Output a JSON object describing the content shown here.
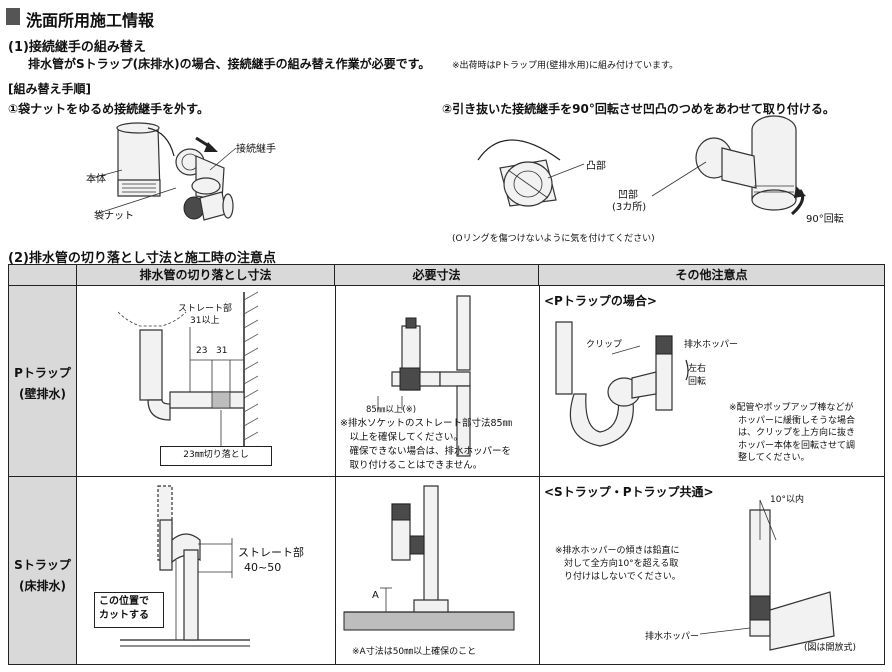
{
  "title": "洗面所用施工情報",
  "section1": {
    "heading": "(1)接続継手の組み替え",
    "desc": "排水管がSトラップ(床排水)の場合、接続継手の組み替え作業が必要です。",
    "note": "※出荷時はPトラップ用(壁排水用)に組み付けています。",
    "procedure_heading": "[組み替え手順]",
    "step1": "①袋ナットをゆるめ接続継手を外す。",
    "step2": "②引き抜いた接続継手を90°回転させ凹凸のつめをあわせて取り付ける。",
    "labels": {
      "body": "本体",
      "nut": "袋ナット",
      "joint1": "接続継手",
      "convex": "凸部",
      "concave_1": "凹部",
      "concave_2": "(3カ所)",
      "rotate": "90°回転",
      "oring_note": "(Oリングを傷つけないように気を付けてください)"
    }
  },
  "section2": {
    "heading": "(2)排水管の切り落とし寸法と施工時の注意点",
    "columns": [
      "排水管の切り落とし寸法",
      "必要寸法",
      "その他注意点"
    ],
    "rows": [
      {
        "label_1": "Pトラップ",
        "label_2": "(壁排水)"
      },
      {
        "label_1": "Sトラップ",
        "label_2": "(床排水)"
      }
    ],
    "p_cut": {
      "straight_1": "ストレート部",
      "straight_2": "31以上",
      "dim_a": "23",
      "dim_b": "31",
      "cut": "23㎜切り落とし"
    },
    "p_need": {
      "dim": "85㎜以上(※)",
      "note": [
        "※排水ソケットのストレート部寸法85㎜",
        "　以上を確保してください。",
        "　確保できない場合は、排水ホッパーを",
        "　取り付けることはできません。"
      ]
    },
    "p_other": {
      "heading": "<Pトラップの場合>",
      "clip": "クリップ",
      "hopper": "排水ホッパー",
      "rotate_1": "左右",
      "rotate_2": "回転",
      "note": [
        "※配管やポップアップ棒などが",
        "　ホッパーに緩衝しそうな場合",
        "　は、クリップを上方向に抜き",
        "　ホッパー本体を回転させて調",
        "　整してください。"
      ]
    },
    "s_cut": {
      "straight_1": "ストレート部",
      "straight_2": "40~50",
      "cut_1": "この位置で",
      "cut_2": "カットする"
    },
    "s_need": {
      "dim": "A",
      "note": "※A寸法は50㎜以上確保のこと"
    },
    "s_other": {
      "heading": "<Sトラップ・Pトラップ共通>",
      "angle": "10°以内",
      "note": [
        "※排水ホッパーの傾きは鉛直に",
        "　対して全方向10°を超える取",
        "　り付けはしないでください。"
      ],
      "hopper": "排水ホッパー",
      "caption": "(図は開放式)"
    }
  }
}
